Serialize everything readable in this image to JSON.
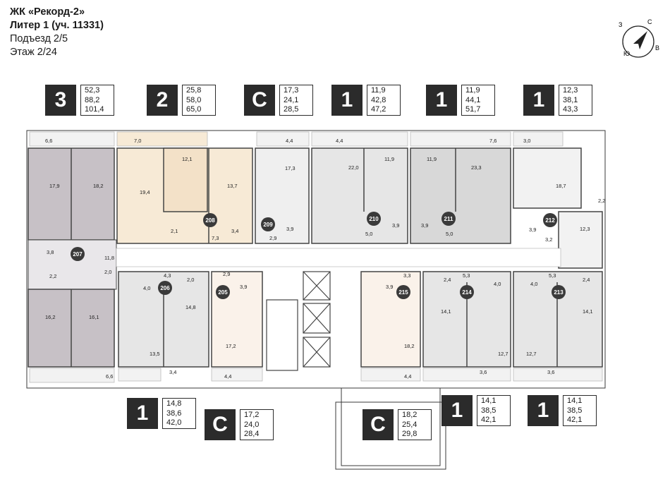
{
  "header": {
    "complex": "ЖК «Рекорд-2»",
    "liter": "Литер 1 (уч. 11331)",
    "entrance": "Подъезд 2/5",
    "floor": "Этаж 2/24"
  },
  "compass": {
    "n": "С",
    "w": "З",
    "e": "В",
    "s": "Ю"
  },
  "colors": {
    "dark": "#2b2b2b",
    "beige": "#f7ead6",
    "beige_dark": "#f0dcc0",
    "grey": "#d6d6d6",
    "grey_mid": "#c4c0c4",
    "grey_light": "#eeeeee"
  },
  "apartments_top": [
    {
      "rooms": "3",
      "area_living": "52,3",
      "area_total": "88,2",
      "area_full": "101,4"
    },
    {
      "rooms": "2",
      "area_living": "25,8",
      "area_total": "58,0",
      "area_full": "65,0"
    },
    {
      "rooms": "С",
      "area_living": "17,3",
      "area_total": "24,1",
      "area_full": "28,5"
    },
    {
      "rooms": "1",
      "area_living": "11,9",
      "area_total": "42,8",
      "area_full": "47,2"
    },
    {
      "rooms": "1",
      "area_living": "11,9",
      "area_total": "44,1",
      "area_full": "51,7"
    },
    {
      "rooms": "1",
      "area_living": "12,3",
      "area_total": "38,1",
      "area_full": "43,3"
    }
  ],
  "apartments_bottom": [
    {
      "rooms": "1",
      "area_living": "14,8",
      "area_total": "38,6",
      "area_full": "42,0"
    },
    {
      "rooms": "С",
      "area_living": "17,2",
      "area_total": "24,0",
      "area_full": "28,4"
    },
    {
      "rooms": "С",
      "area_living": "18,2",
      "area_total": "25,4",
      "area_full": "29,8"
    },
    {
      "rooms": "1",
      "area_living": "14,1",
      "area_total": "38,5",
      "area_full": "42,1"
    },
    {
      "rooms": "1",
      "area_living": "14,1",
      "area_total": "38,5",
      "area_full": "42,1"
    }
  ],
  "unit_numbers": [
    "207",
    "208",
    "209",
    "210",
    "211",
    "212",
    "206",
    "205",
    "215",
    "214",
    "213"
  ],
  "room_areas": [
    "6,6",
    "7,0",
    "4,4",
    "4,4",
    "7,6",
    "3,0",
    "17,9",
    "18,2",
    "19,4",
    "12,1",
    "13,7",
    "17,3",
    "22,0",
    "11,9",
    "11,9",
    "23,3",
    "18,7",
    "2,2",
    "3,8",
    "11,8",
    "2,0",
    "2,2",
    "2,1",
    "3,4",
    "7,3",
    "2,9",
    "3,9",
    "5,0",
    "3,9",
    "3,9",
    "5,0",
    "3,9",
    "3,2",
    "12,3",
    "16,2",
    "16,1",
    "4,3",
    "2,0",
    "4,0",
    "14,8",
    "13,5",
    "3,4",
    "6,6",
    "2,9",
    "3,9",
    "17,2",
    "4,4",
    "3,3",
    "3,9",
    "18,2",
    "4,4",
    "5,3",
    "2,4",
    "4,0",
    "14,1",
    "12,7",
    "3,6",
    "4,0",
    "5,3",
    "2,4",
    "12,7",
    "14,1",
    "3,6"
  ]
}
